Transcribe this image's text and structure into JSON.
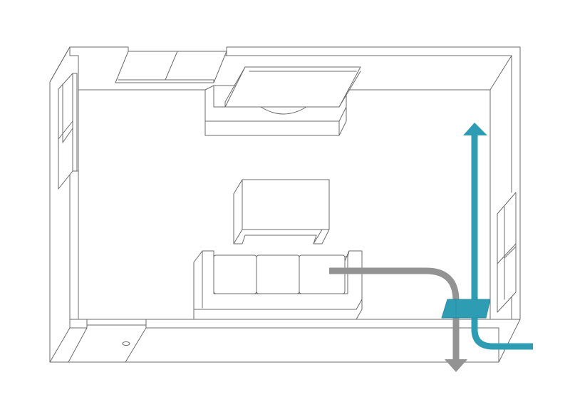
{
  "diagram": {
    "kind": "isometric-room-airflow",
    "colors": {
      "outline": "#6b6b6b",
      "background": "#ffffff",
      "exhaust_flow": "#939393",
      "supply_flow": "#2e9db4",
      "unit_fill": "#2e9db4"
    },
    "elements": [
      "room-outer-walls",
      "room-floor",
      "left-window",
      "right-window",
      "top-window",
      "tv-cabinet",
      "tv-screen",
      "coffee-table",
      "sofa",
      "door-opening",
      "floor-drain",
      "ventilation-unit",
      "supply-air-flow",
      "exhaust-air-flow"
    ]
  }
}
